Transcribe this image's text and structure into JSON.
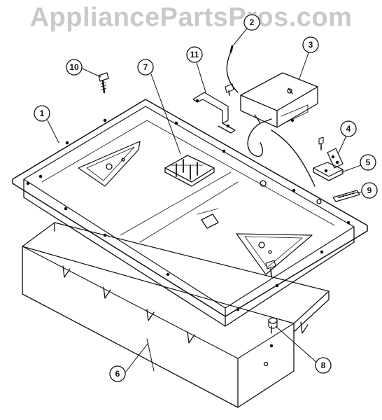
{
  "watermark": {
    "text": "AppliancePartsPros.com",
    "color": "#c9c9c9"
  },
  "callouts": [
    {
      "id": "1",
      "part": "cooktop-pan"
    },
    {
      "id": "2",
      "part": "power-cord"
    },
    {
      "id": "3",
      "part": "junction-box"
    },
    {
      "id": "4",
      "part": "bracket"
    },
    {
      "id": "5",
      "part": "mounting-clip"
    },
    {
      "id": "6",
      "part": "base-tray"
    },
    {
      "id": "7",
      "part": "terminal-block"
    },
    {
      "id": "8",
      "part": "grommet"
    },
    {
      "id": "9",
      "part": "strip"
    },
    {
      "id": "10",
      "part": "screw"
    },
    {
      "id": "11",
      "part": "support-bracket"
    }
  ]
}
